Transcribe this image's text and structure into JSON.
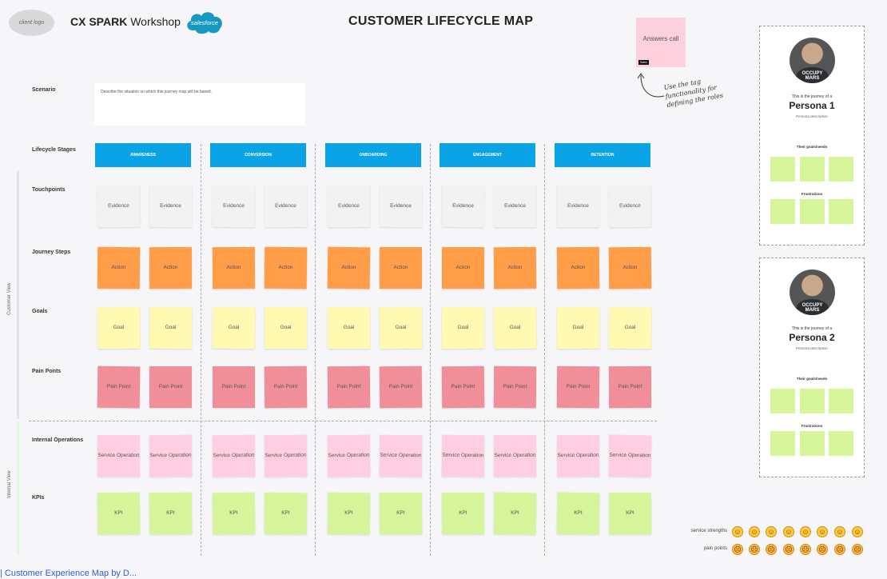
{
  "header": {
    "client_logo": "client logo",
    "workshop_brand": "CX SPARK",
    "workshop_word": "Workshop",
    "salesforce_logo": "salesforce",
    "title": "CUSTOMER LIFECYCLE MAP"
  },
  "role_note": {
    "text": "Answers call",
    "tag": "Sales"
  },
  "hint": "Use the tag functionality for defining the roles",
  "rows": {
    "scenario": "Scenario",
    "scenario_placeholder": "Describe the situation on which this journey map will be based.",
    "lifecycle": "Lifecycle Stages",
    "touchpoints": "Touchpoints",
    "journey_steps": "Journey Steps",
    "goals": "Goals",
    "pain_points": "Pain Ponts",
    "internal_ops": "Internal Operations",
    "kpis": "KPIs"
  },
  "views": {
    "customer": "Customer View",
    "internal": "Internal View"
  },
  "stages": [
    "AWARENESS",
    "CONVERSION",
    "ONBOARDING",
    "ENGAGEMENT",
    "RETENTION"
  ],
  "stickies": {
    "touchpoint": "Evidence",
    "journey": "Action",
    "goal": "Goal",
    "pain": "Pain Point",
    "service": "Service Operation",
    "kpi": "KPI"
  },
  "colors": {
    "stage": "#0aa3e6",
    "touchpoint": "#f2f2f2",
    "journey": "#ff9d48",
    "goal": "#fff9b1",
    "pain": "#f08f99",
    "service": "#ffcee0",
    "kpi": "#d6f59a"
  },
  "personas": [
    {
      "journey_of": "This is the journey of a",
      "name": "Persona 1",
      "description": "Persona description",
      "goals_label": "Their goals/needs",
      "frustrations_label": "Frustrations",
      "shirt_text": "OCCUPY MARS"
    },
    {
      "journey_of": "This is the journey of a",
      "name": "Persona 2",
      "description": "Persona description",
      "goals_label": "Their goals/needs",
      "frustrations_label": "Frustrations",
      "shirt_text": "OCCUPY MARS"
    }
  ],
  "legend": {
    "strengths": "service strengths",
    "pain_points": "pain points",
    "strength_icon": "smiling-face-icon",
    "pain_icon": "frowning-face-icon"
  },
  "footer_link": "| Customer Experience Map by D..."
}
